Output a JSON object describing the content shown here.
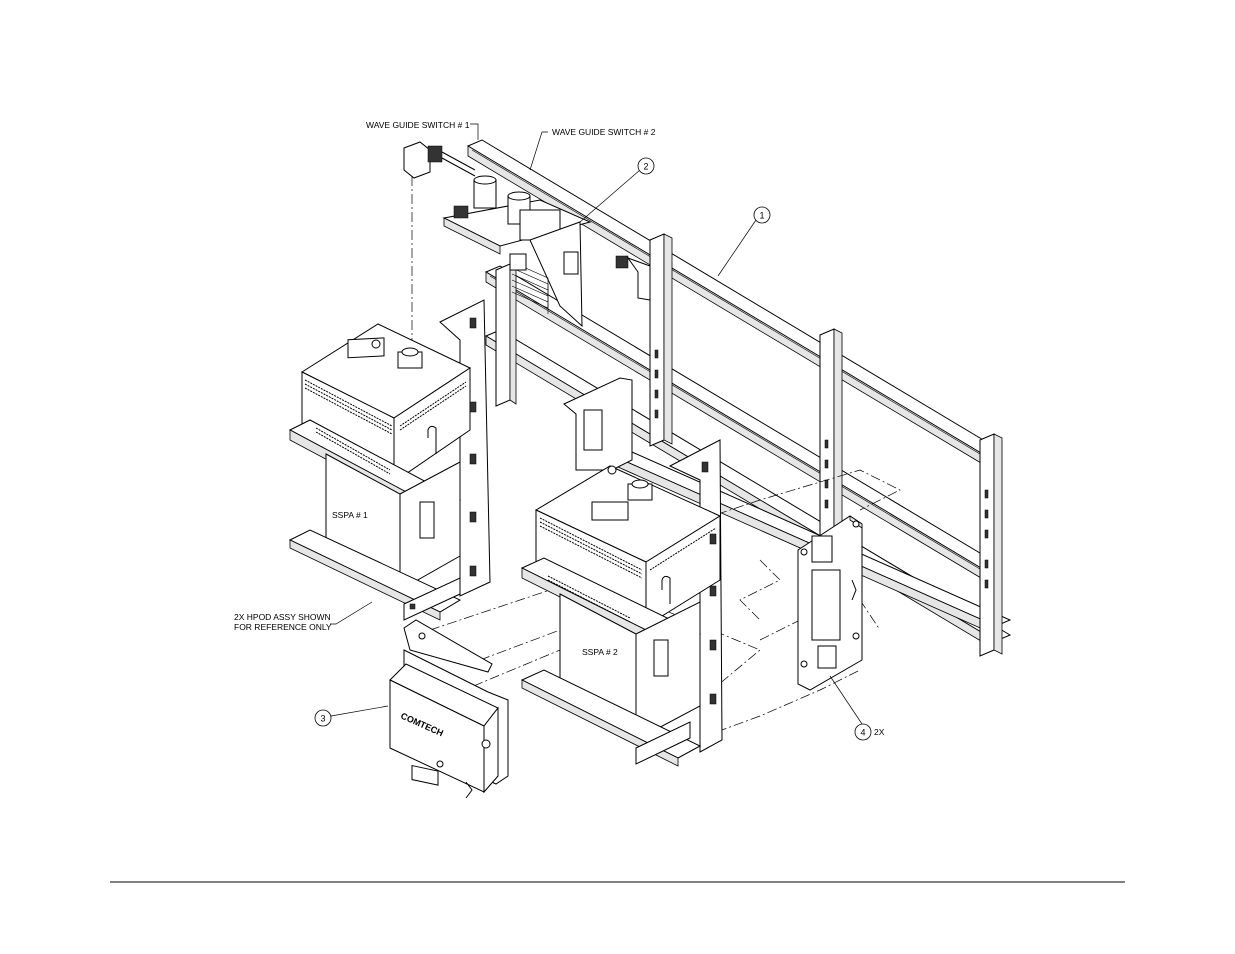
{
  "labels": {
    "wave_guide_switch_1": "WAVE GUIDE SWITCH # 1",
    "wave_guide_switch_2": "WAVE GUIDE SWITCH # 2",
    "sspa_1": "SSPA # 1",
    "sspa_2": "SSPA # 2",
    "hpod_note_line1": "2X HPOD ASSY SHOWN",
    "hpod_note_line2": "FOR REFERENCE ONLY",
    "item4_qty": "2X"
  },
  "callouts": [
    "1",
    "2",
    "3",
    "4"
  ],
  "panel_logo": "COMTECH"
}
